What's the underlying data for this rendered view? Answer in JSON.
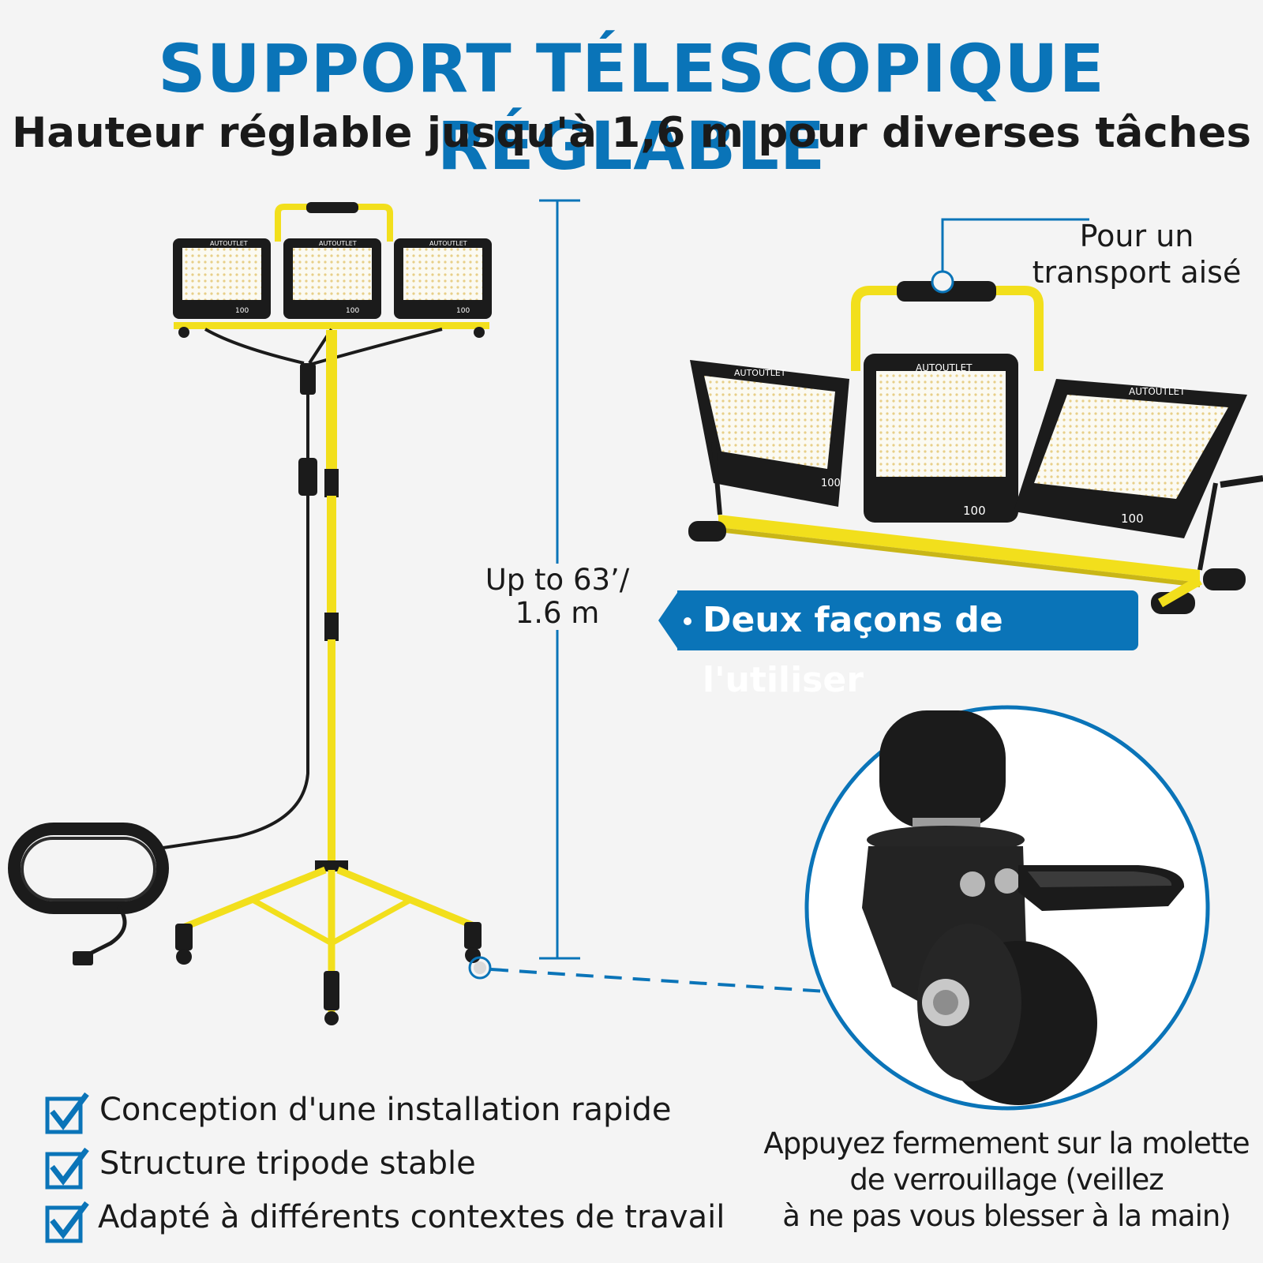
{
  "header": {
    "title": "SUPPORT TÉLESCOPIQUE RÉGLABLE",
    "subtitle": "Hauteur réglable jusqu'à 1,6 m pour diverses tâches"
  },
  "product": {
    "brand": "AUTOUTLET",
    "lamp_rating": "100",
    "height_label_line1": "Up to 63’/",
    "height_label_line2": "1.6 m",
    "transport_line1": "Pour un",
    "transport_line2": "transport aisé",
    "usage_badge": "Deux façons de l'utiliser"
  },
  "features": [
    {
      "icon": "checkbox-icon",
      "text": "Conception d'une installation rapide"
    },
    {
      "icon": "checkbox-icon",
      "text": "Structure tripode stable"
    },
    {
      "icon": "checkbox-icon",
      "text": "Adapté à différents contextes de travail"
    }
  ],
  "wheel_caption": {
    "line1": "Appuyez fermement sur la molette",
    "line2": "de verrouillage (veillez",
    "line3": "à ne pas vous blesser à la main)"
  },
  "colors": {
    "accent_blue": "#0a74b8",
    "stand_yellow": "#f2df1c",
    "lamp_black": "#1b1b1b",
    "background": "#f4f4f4"
  }
}
